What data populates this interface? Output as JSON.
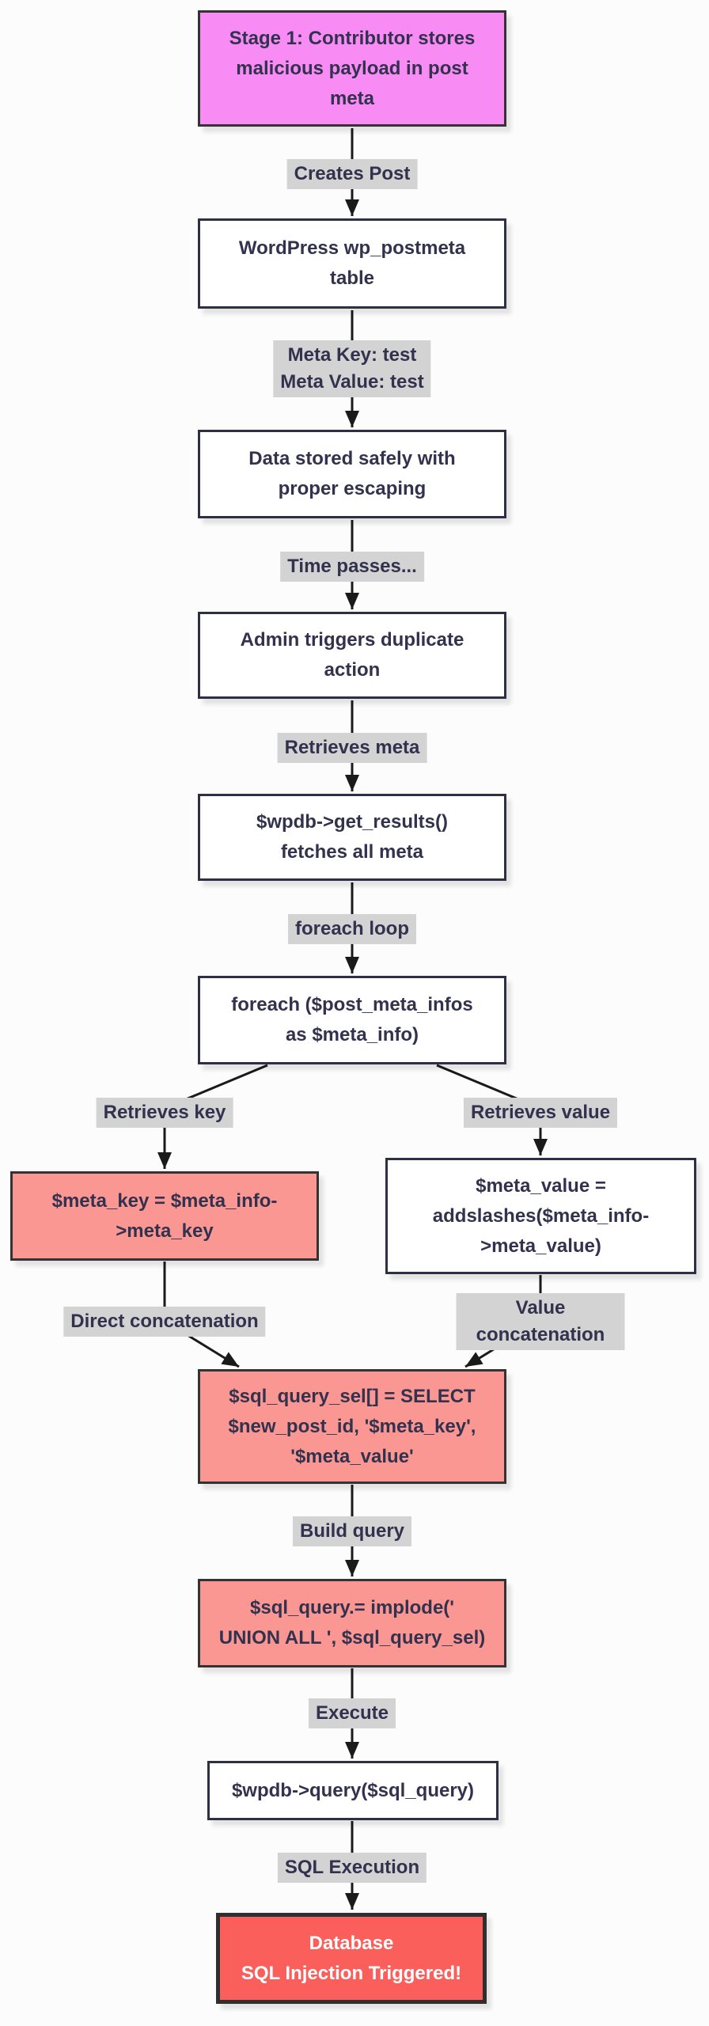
{
  "diagram": {
    "type": "flowchart",
    "direction": "top-down",
    "title_topic": "WordPress post meta duplication SQL injection flow",
    "colors": {
      "background": "#fcfcfc",
      "node_fill": "#ffffff",
      "node_border": "#2e2e45",
      "node_text": "#32324e",
      "stage_fill": "#f98bf5",
      "vulnerable_fill": "#fb9792",
      "critical_fill": "#fb5f5c",
      "critical_text": "#ffffff",
      "edge_label_bg": "#d3d3d3",
      "arrow": "#1a1a1a"
    },
    "nodes": [
      {
        "id": "stage1",
        "style": "stage",
        "label": "Stage 1: Contributor stores\nmalicious payload in post\nmeta"
      },
      {
        "id": "postmeta_table",
        "style": "default",
        "label": "WordPress wp_postmeta\ntable"
      },
      {
        "id": "safe_storage",
        "style": "default",
        "label": "Data stored safely with\nproper escaping"
      },
      {
        "id": "admin_action",
        "style": "default",
        "label": "Admin triggers duplicate\naction"
      },
      {
        "id": "get_results",
        "style": "default",
        "label": "$wpdb->get_results()\nfetches all meta"
      },
      {
        "id": "foreach_loop",
        "style": "default",
        "label": "foreach ($post_meta_infos\nas $meta_info)"
      },
      {
        "id": "meta_key",
        "style": "vuln",
        "label": "$meta_key = $meta_info-\n>meta_key"
      },
      {
        "id": "meta_value",
        "style": "default",
        "label": "$meta_value =\naddslashes($meta_info-\n>meta_value)"
      },
      {
        "id": "sql_query_sel",
        "style": "vuln",
        "label": "$sql_query_sel[] = SELECT\n$new_post_id, '$meta_key',\n'$meta_value'"
      },
      {
        "id": "implode_query",
        "style": "vuln",
        "label": "$sql_query.= implode('\nUNION ALL ', $sql_query_sel)"
      },
      {
        "id": "wpdb_query",
        "style": "default",
        "label": "$wpdb->query($sql_query)"
      },
      {
        "id": "database",
        "style": "critical",
        "label": "Database\nSQL Injection Triggered!"
      }
    ],
    "edges": [
      {
        "from": "stage1",
        "to": "postmeta_table",
        "label": "Creates Post"
      },
      {
        "from": "postmeta_table",
        "to": "safe_storage",
        "label": "Meta Key: test\nMeta Value: test"
      },
      {
        "from": "safe_storage",
        "to": "admin_action",
        "label": "Time passes..."
      },
      {
        "from": "admin_action",
        "to": "get_results",
        "label": "Retrieves meta"
      },
      {
        "from": "get_results",
        "to": "foreach_loop",
        "label": "foreach loop"
      },
      {
        "from": "foreach_loop",
        "to": "meta_key",
        "label": "Retrieves key"
      },
      {
        "from": "foreach_loop",
        "to": "meta_value",
        "label": "Retrieves value"
      },
      {
        "from": "meta_key",
        "to": "sql_query_sel",
        "label": "Direct concatenation"
      },
      {
        "from": "meta_value",
        "to": "sql_query_sel",
        "label": "Value concatenation"
      },
      {
        "from": "sql_query_sel",
        "to": "implode_query",
        "label": "Build query"
      },
      {
        "from": "implode_query",
        "to": "wpdb_query",
        "label": "Execute"
      },
      {
        "from": "wpdb_query",
        "to": "database",
        "label": "SQL Execution"
      }
    ]
  }
}
